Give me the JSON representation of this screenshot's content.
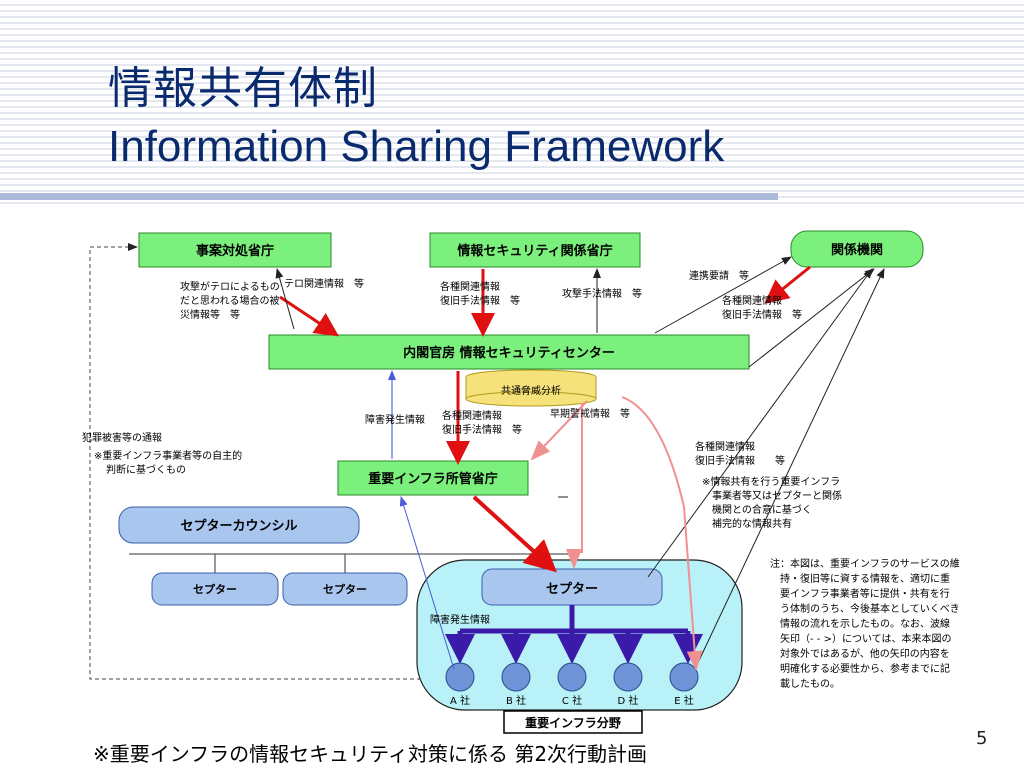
{
  "slide": {
    "title_jp": "情報共有体制",
    "title_en": "Information Sharing Framework",
    "footnote": "※重要インフラの情報セキュリティ対策に係る 第2次行動計画",
    "page_number": "5"
  },
  "diagram": {
    "boxes": {
      "jian": "事案対処省庁",
      "jsec_ministries": "情報セキュリティ関係省庁",
      "related_orgs": "関係機関",
      "nisc": "内閣官房 情報セキュリティセンター",
      "threat_analysis": "共通脅威分析",
      "infra_ministry": "重要インフラ所管省庁",
      "ceptoar_council": "セプターカウンシル",
      "ceptoar_a": "セプター",
      "ceptoar_b": "セプター",
      "ceptoar_main": "セプター",
      "sector_label": "重要インフラ分野"
    },
    "companies": [
      "A 社",
      "B 社",
      "C 社",
      "D 社",
      "E 社"
    ],
    "labels": {
      "terror_info": "テロ関連情報　等",
      "attack_terror_1": "攻撃がテロによるもの",
      "attack_terror_2": "だと思われる場合の被",
      "attack_terror_3": "災情報等　等",
      "various_info_1": "各種関連情報",
      "various_info_2": "復旧手法情報　等",
      "attack_method": "攻撃手法情報　等",
      "cooperation_req": "連携要請　等",
      "right_info_1": "各種関連情報",
      "right_info_2": "復旧手法情報　等",
      "incident_info": "障害発生情報",
      "mid_info_1": "各種関連情報",
      "mid_info_2": "復旧手法情報　等",
      "early_warning": "早期警戒情報　等",
      "crime_notify": "犯罪被害等の通報",
      "crime_note_1": "※重要インフラ事業者等の自主的",
      "crime_note_2": "判断に基づくもの",
      "lower_right_info_1": "各種関連情報",
      "lower_right_info_2": "復旧手法情報　　等",
      "supp_1": "※情報共有を行う重要インフラ",
      "supp_2": "事業者等又はセプターと関係",
      "supp_3": "機関との合意に基づく",
      "supp_4": "補完的な情報共有",
      "incident_info_2": "障害発生情報"
    },
    "note_lines": [
      "注：本図は、重要インフラのサービスの維",
      "持・復旧等に資する情報を、適切に重",
      "要インフラ事業者等に提供・共有を行",
      "う体制のうち、今後基本としていくべき",
      "情報の流れを示したもの。なお、波線",
      "矢印（- - >）については、本来本図の",
      "対象外ではあるが、他の矢印の内容を",
      "明確化する必要性から、参考までに記",
      "載したもの。"
    ],
    "colors": {
      "green_box": "#7cf07c",
      "blue_box": "#a9c6ee",
      "cyan_sector": "#b8f2f8",
      "red_arrow": "#e01010",
      "pink_arrow": "#f09090",
      "purple": "#3a1aa8",
      "circle_blue": "#6e93d6"
    }
  }
}
